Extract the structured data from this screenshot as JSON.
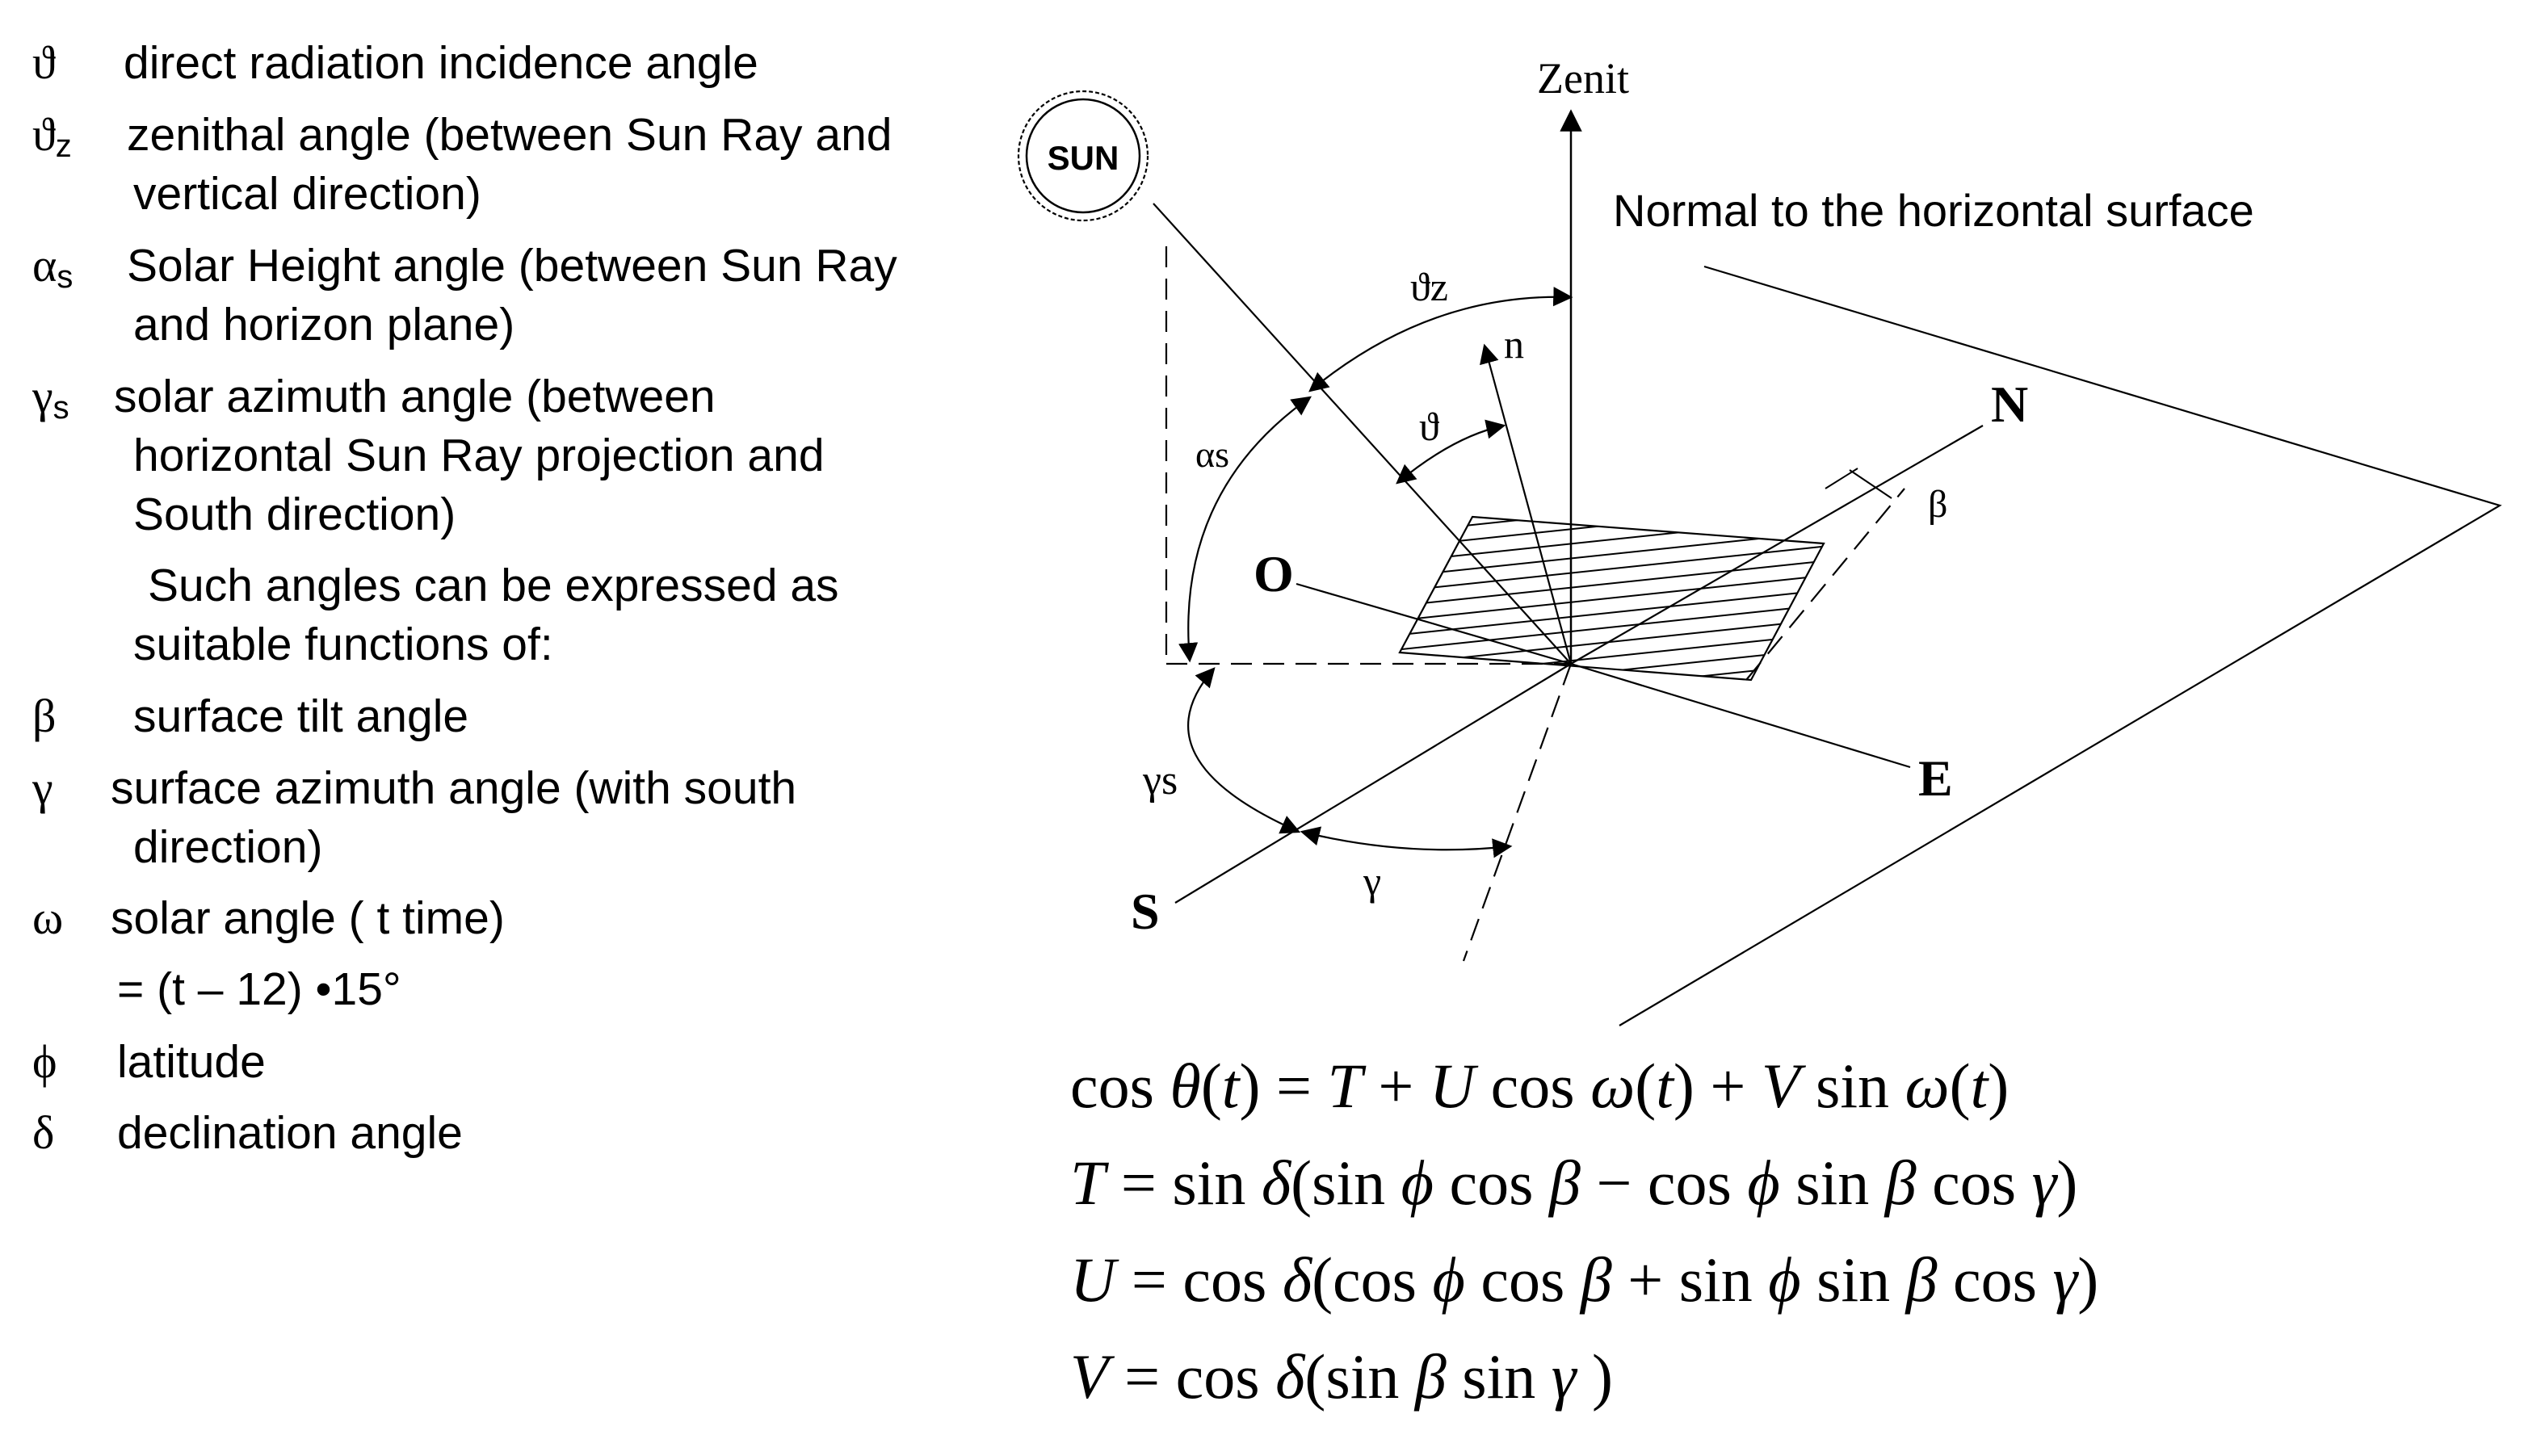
{
  "legend": [
    {
      "sym": "ϑ",
      "sub": "",
      "lines": [
        "direct radiation incidence angle"
      ]
    },
    {
      "sym": "ϑ",
      "sub": "z",
      "lines": [
        "zenithal angle (between Sun Ray and",
        "vertical direction)"
      ]
    },
    {
      "sym": "α",
      "sub": "s",
      "lines": [
        "Solar Height angle (between Sun Ray",
        "and horizon  plane)"
      ]
    },
    {
      "sym": "γ",
      "sub": "s",
      "lines": [
        "solar azimuth angle (between",
        "horizontal Sun Ray projection and",
        "South direction)"
      ]
    },
    {
      "sym": "",
      "sub": "",
      "lines": [
        "Such angles can be expressed as",
        "suitable functions of:"
      ]
    },
    {
      "sym": "β",
      "sub": "",
      "lines": [
        "surface tilt angle"
      ]
    },
    {
      "sym": "γ",
      "sub": "",
      "lines": [
        "surface azimuth angle (with south",
        "direction)"
      ]
    },
    {
      "sym": "ω",
      "sub": "",
      "lines": [
        "solar angle ( t time)",
        "= (t – 12) •15°"
      ]
    },
    {
      "sym": "ϕ",
      "sub": "",
      "lines": [
        "latitude"
      ]
    },
    {
      "sym": "δ",
      "sub": "",
      "lines": [
        "declination angle"
      ]
    }
  ],
  "diagram": {
    "sun": "SUN",
    "zenith": "Zenit",
    "normal_label": "Normal to the horizontal surface",
    "theta_z": "ϑz",
    "n": "n",
    "theta": "ϑ",
    "alpha_s": "αs",
    "beta": "β",
    "gamma_s": "γs",
    "gamma": "γ",
    "north": "N",
    "east": "E",
    "south": "S",
    "west": "O"
  },
  "formulas": [
    "cos θ(t) = T + U cos ω(t) + V sin ω(t)",
    "T = sin δ(sin ϕ cos β − cos ϕ sin β cos γ)",
    "U = cos δ(cos ϕ cos β + sin ϕ sin β cos γ)",
    "V = cos δ(sin β sin γ )"
  ]
}
